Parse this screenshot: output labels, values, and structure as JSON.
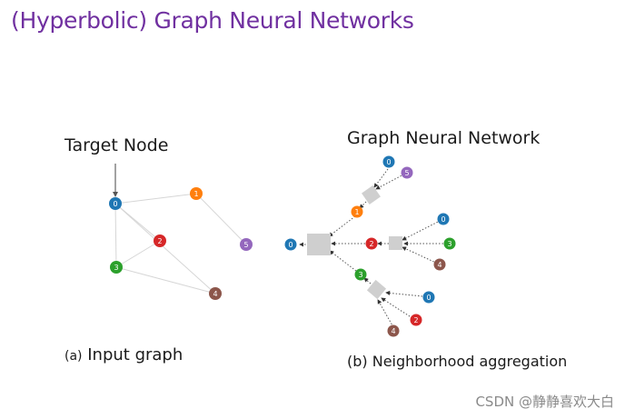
{
  "title": "(Hyperbolic) Graph Neural Networks",
  "panel_a": {
    "target_label": "Target Node",
    "caption_tag": "(a)",
    "caption_text": "Input graph"
  },
  "panel_b": {
    "header": "Graph Neural Network",
    "caption": "(b) Neighborhood aggregation"
  },
  "node_colors": {
    "0": "#1f77b4",
    "1": "#ff7f0e",
    "2": "#d62728",
    "3": "#2ca02c",
    "4": "#8c564b",
    "5": "#9467bd"
  },
  "input_graph": {
    "nodes": [
      "0",
      "1",
      "2",
      "3",
      "4",
      "5"
    ],
    "edges": [
      [
        "0",
        "1"
      ],
      [
        "0",
        "2"
      ],
      [
        "0",
        "3"
      ],
      [
        "0",
        "4"
      ],
      [
        "1",
        "5"
      ],
      [
        "2",
        "3"
      ],
      [
        "3",
        "4"
      ]
    ]
  },
  "aggregation_tree": {
    "root": "0",
    "level1": [
      "1",
      "2",
      "3"
    ],
    "level2": {
      "1": [
        "0",
        "5"
      ],
      "2": [
        "0",
        "3",
        "4"
      ],
      "3": [
        "0",
        "2",
        "4"
      ]
    }
  },
  "watermark": "CSDN @静静喜欢大白"
}
